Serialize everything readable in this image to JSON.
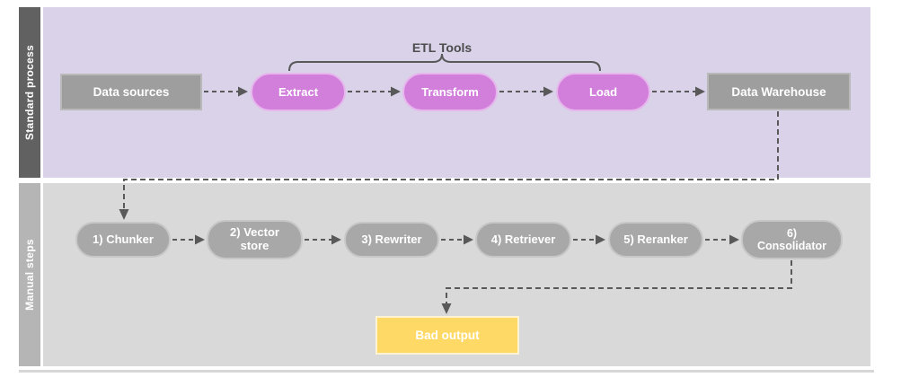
{
  "lanes": {
    "standard": {
      "label": "Standard process"
    },
    "manual": {
      "label": "Manual steps"
    }
  },
  "standard": {
    "brace_label": "ETL Tools",
    "nodes": {
      "data_sources": "Data sources",
      "extract": "Extract",
      "transform": "Transform",
      "load": "Load",
      "data_warehouse": "Data Warehouse"
    }
  },
  "manual": {
    "steps": [
      "1) Chunker",
      "2) Vector store",
      "3) Rewriter",
      "4) Retriever",
      "5) Reranker",
      "6) Consolidator"
    ],
    "bad_output": "Bad output"
  },
  "colors": {
    "standard_lane_bg": "#d9d2e9",
    "standard_label_bar": "#616161",
    "manual_lane_bg": "#d9d9d9",
    "manual_label_bar": "#b5b5b5",
    "etl_pill": "#d17fdb",
    "etl_pill_border": "#e6b6ec",
    "gray_box": "#9e9e9e",
    "gray_pill": "#a8a8a8",
    "bad_output_bg": "#ffd966",
    "connector": "#595959",
    "brace_text": "#4d4d4d"
  }
}
